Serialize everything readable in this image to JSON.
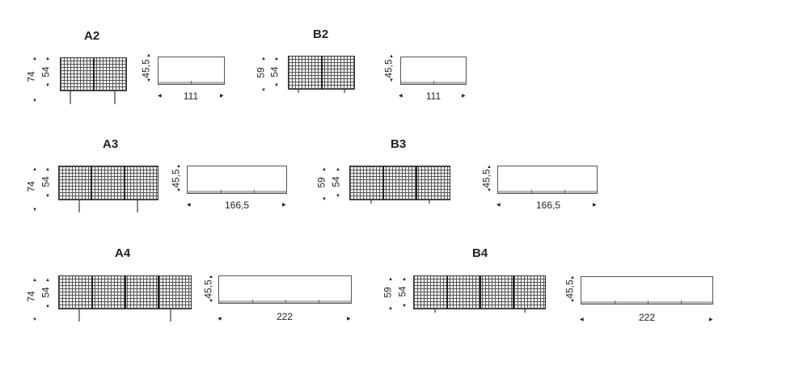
{
  "variants": [
    {
      "code": "A2",
      "height_total": "74",
      "height_body": "54",
      "depth": "45,5",
      "width": "111"
    },
    {
      "code": "B2",
      "height_total": "59",
      "height_body": "54",
      "depth": "45,5",
      "width": "111"
    },
    {
      "code": "A3",
      "height_total": "74",
      "height_body": "54",
      "depth": "45,5",
      "width": "166,5"
    },
    {
      "code": "B3",
      "height_total": "59",
      "height_body": "54",
      "depth": "45,5",
      "width": "166,5"
    },
    {
      "code": "A4",
      "height_total": "74",
      "height_body": "54",
      "depth": "45,5",
      "width": "222"
    },
    {
      "code": "B4",
      "height_total": "59",
      "height_body": "54",
      "depth": "45,5",
      "width": "222"
    }
  ]
}
